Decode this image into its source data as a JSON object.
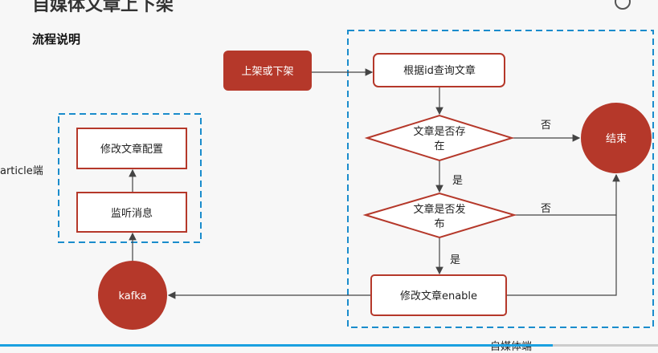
{
  "title": "自媒体文章上下架",
  "subtitle": "流程说明",
  "article_label": "article端",
  "media_label": "自媒体端",
  "nodes": {
    "start": "上架或下架",
    "query": "根据id查询文章",
    "exists_1": "文章是否存",
    "exists_2": "在",
    "published_1": "文章是否发",
    "published_2": "布",
    "enable": "修改文章enable",
    "end": "结束",
    "kafka": "kafka",
    "config": "修改文章配置",
    "listen": "监听消息"
  },
  "edges": {
    "no1": "否",
    "yes1": "是",
    "no2": "否",
    "yes2": "是"
  },
  "progress": 0.84,
  "colors": {
    "red": "#b5382a",
    "dash": "#1a8ccc"
  }
}
